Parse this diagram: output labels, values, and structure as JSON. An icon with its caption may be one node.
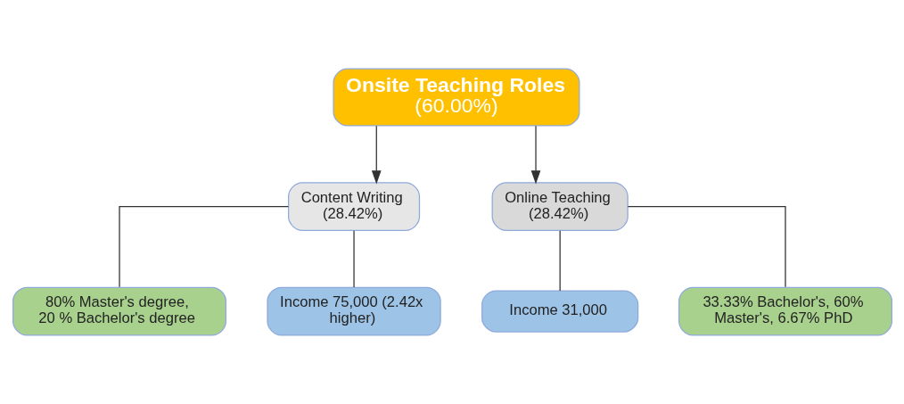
{
  "diagram": {
    "nodes": [
      {
        "text": [
          "Onsite Teaching Roles",
          "(60.00%)"
        ]
      },
      {
        "text": [
          "Content Writing (28.42%)"
        ]
      },
      {
        "text": [
          "Online Teaching (28.42%)"
        ]
      },
      {
        "text": [
          "80% Master's degree, 20 % Bachelor's degree"
        ]
      },
      {
        "text": [
          "Income 75,000 (2.42x higher)"
        ]
      },
      {
        "text": [
          "Income 31,000"
        ]
      },
      {
        "text": [
          "33.33% Bachelor's, 60% Master's, 6.67% PhD"
        ]
      }
    ],
    "edges": [
      {
        "from": 0,
        "to": 1,
        "arrow": "to"
      },
      {
        "from": 0,
        "to": 2,
        "arrow": "to"
      },
      {
        "from": 1,
        "to": 3,
        "arrow": "none"
      },
      {
        "from": 1,
        "to": 4,
        "arrow": "none"
      },
      {
        "from": 2,
        "to": 5,
        "arrow": "none"
      },
      {
        "from": 2,
        "to": 6,
        "arrow": "none"
      }
    ]
  }
}
